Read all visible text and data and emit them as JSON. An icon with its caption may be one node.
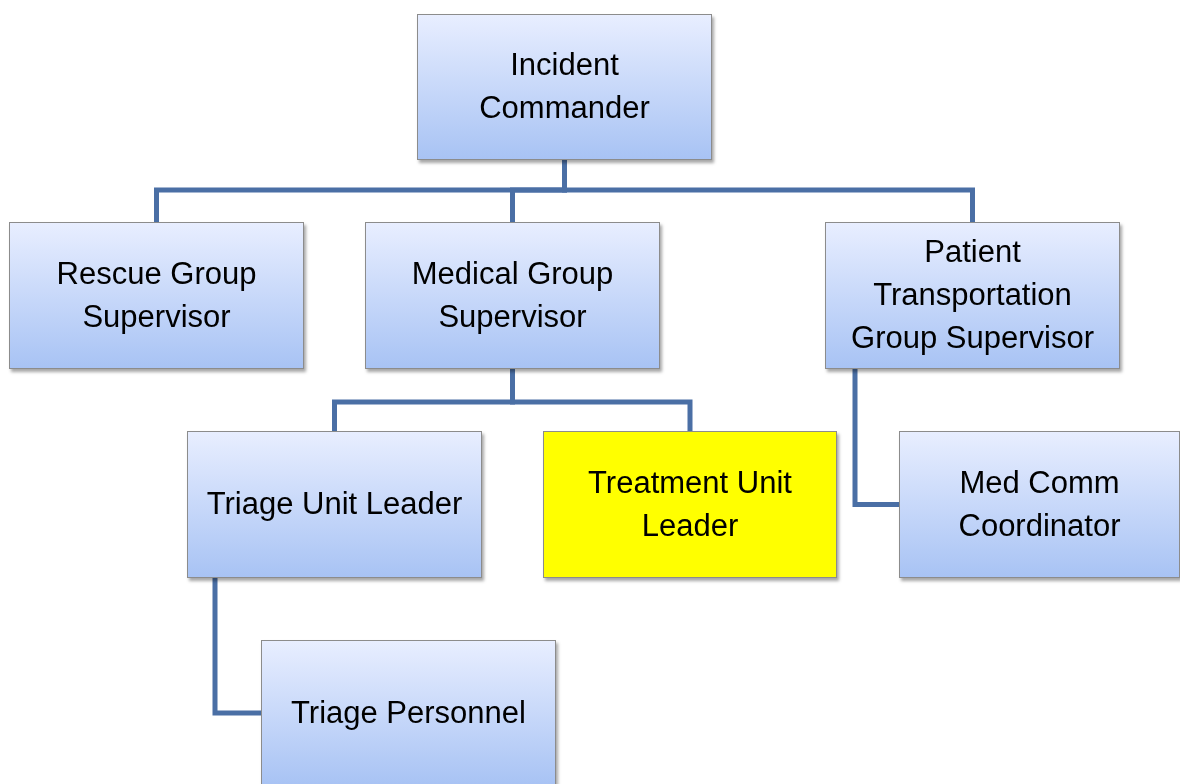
{
  "diagram": {
    "nodes": [
      {
        "text": [
          "Incident Commander"
        ]
      },
      {
        "text": [
          "Rescue Group Supervisor"
        ]
      },
      {
        "text": [
          "Medical Group Supervisor"
        ]
      },
      {
        "text": [
          "Patient Transportation Group Supervisor"
        ]
      },
      {
        "text": [
          "Triage Unit Leader"
        ]
      },
      {
        "text": [
          "Treatment Unit Leader"
        ]
      },
      {
        "text": [
          "Med Comm Coordinator"
        ]
      },
      {
        "text": [
          "Triage Personnel"
        ]
      }
    ],
    "edges": [
      {
        "from": 0,
        "to": 1,
        "arrow": "none"
      },
      {
        "from": 0,
        "to": 2,
        "arrow": "none"
      },
      {
        "from": 0,
        "to": 3,
        "arrow": "none"
      },
      {
        "from": 2,
        "to": 4,
        "arrow": "none"
      },
      {
        "from": 2,
        "to": 5,
        "arrow": "none"
      },
      {
        "from": 3,
        "to": 6,
        "arrow": "none"
      },
      {
        "from": 4,
        "to": 7,
        "arrow": "none"
      }
    ]
  }
}
